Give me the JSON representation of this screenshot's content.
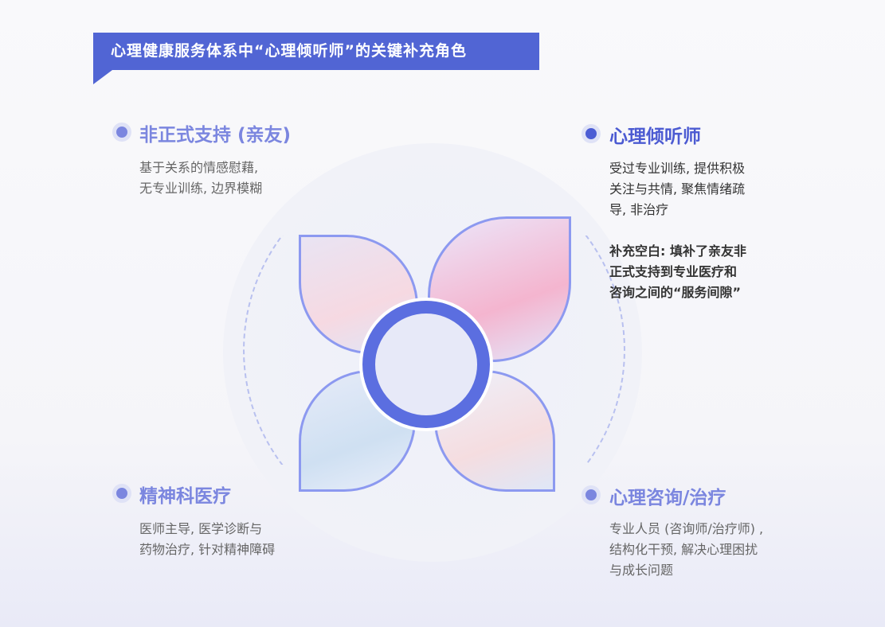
{
  "title": "心理健康服务体系中“心理倾听师”的关键补充角色",
  "items": [
    {
      "title": "非正式支持 (亲友)",
      "desc": [
        "基于关系的情感慰藉,",
        "无专业训练, 边界模糊"
      ]
    },
    {
      "title": "心理倾听师",
      "desc": [
        "受过专业训练, 提供积极",
        "关注与共情, 聚焦情绪疏",
        "导, 非治疗"
      ],
      "note": [
        "补充空白: 填补了亲友非",
        "正式支持到专业医疗和",
        "咨询之间的“服务间隙”"
      ]
    },
    {
      "title": "精神科医疗",
      "desc": [
        "医师主导, 医学诊断与",
        "药物治疗, 针对精神障碍"
      ]
    },
    {
      "title": "心理咨询/治疗",
      "desc": [
        "专业人员 (咨询师/治疗师) ,",
        "结构化干预, 解决心理困扰",
        "与成长问题"
      ]
    }
  ],
  "colors": {
    "accent": "#5165d4",
    "muted": "#7b86df"
  }
}
